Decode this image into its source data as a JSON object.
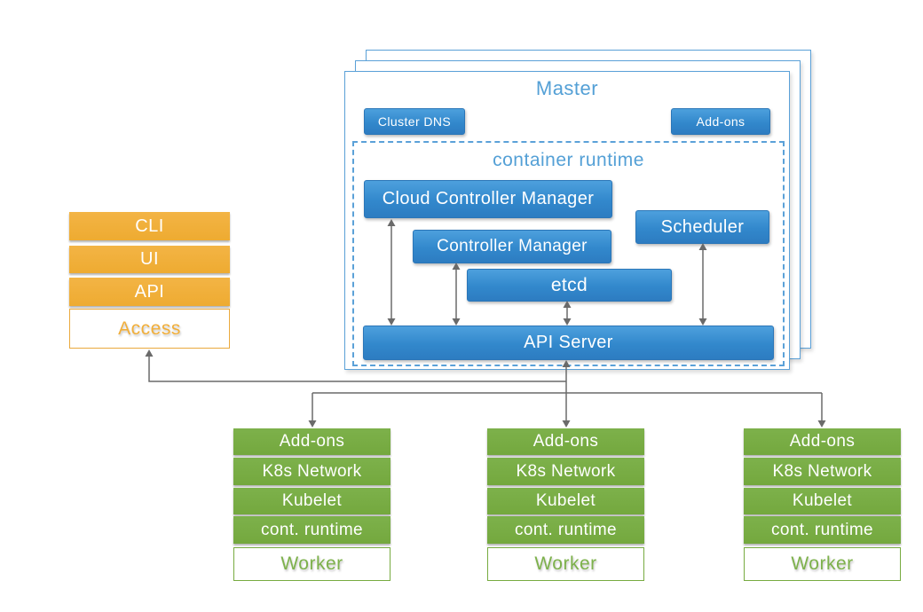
{
  "master": {
    "title": "Master",
    "cluster_dns_label": "Cluster DNS",
    "addons_label": "Add-ons",
    "container_runtime_label": "container runtime",
    "components": {
      "cloud_controller_manager": "Cloud Controller Manager",
      "controller_manager": "Controller Manager",
      "scheduler": "Scheduler",
      "etcd": "etcd",
      "api_server": "API Server"
    }
  },
  "access_stack": {
    "items": [
      "CLI",
      "UI",
      "API"
    ],
    "label": "Access"
  },
  "workers": {
    "count": 3,
    "rows": [
      "Add-ons",
      "K8s Network",
      "Kubelet",
      "cont. runtime"
    ],
    "label": "Worker"
  },
  "colors": {
    "blue_box_top": "#4da0dd",
    "blue_box_bottom": "#2d7cc1",
    "blue_outline": "#5ba1d8",
    "blue_title_text": "#54a0d6",
    "orange": "#f0ad35",
    "green": "#77ab40",
    "arrow_gray": "#6a6a6a"
  }
}
